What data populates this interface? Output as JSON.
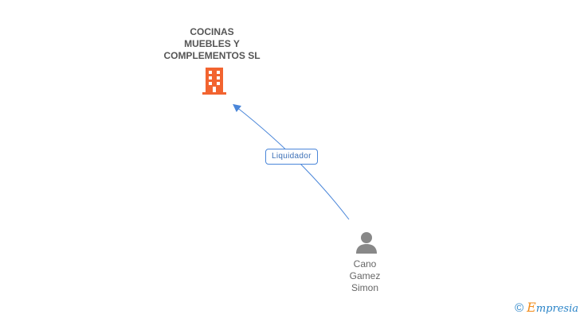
{
  "company": {
    "name_lines": [
      "COCINAS",
      "MUEBLES Y",
      "COMPLEMENTOS SL"
    ],
    "icon": "building-icon",
    "color": "#f26430"
  },
  "relation": {
    "label": "Liquidador",
    "color": "#4a86d9"
  },
  "person": {
    "name_lines": [
      "Cano",
      "Gamez",
      "Simon"
    ],
    "icon": "person-icon",
    "color": "#888888"
  },
  "watermark": {
    "symbol": "©",
    "brand_first": "E",
    "brand_rest": "mpresia"
  }
}
